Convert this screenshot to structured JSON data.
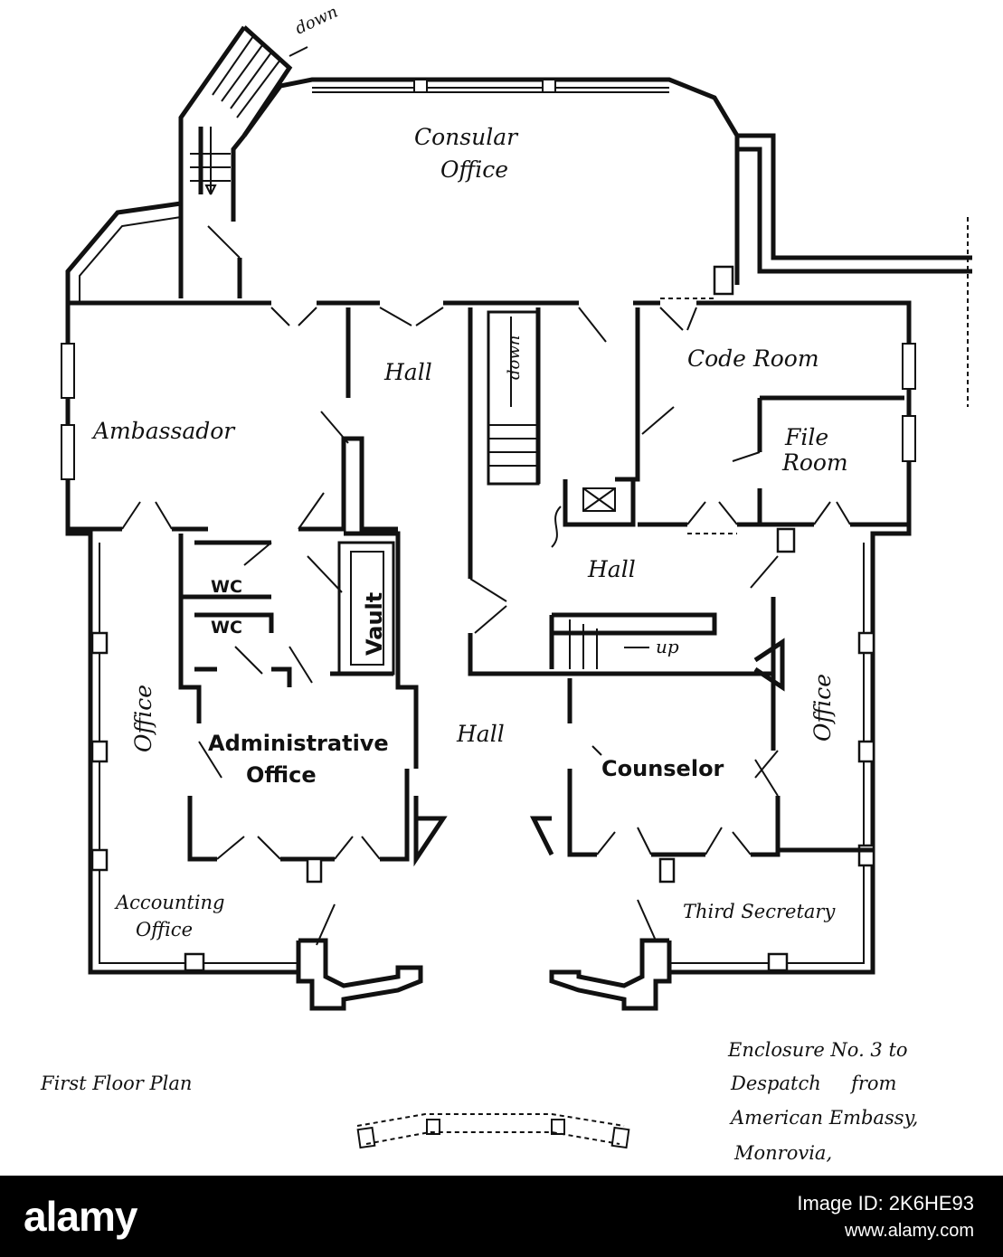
{
  "rooms": {
    "consular_1": "Consular",
    "consular_2": "Office",
    "hall_top": "Hall",
    "down_top": "down",
    "down_stair": "down",
    "code_room": "Code Room",
    "ambassador": "Ambassador",
    "file_1": "File",
    "file_2": "Room",
    "hall_mid": "Hall",
    "wc_1": "WC",
    "wc_2": "WC",
    "vault": "Vault",
    "up": "up",
    "office_left": "Office",
    "office_right": "Office",
    "hall_low": "Hall",
    "admin_1": "Administrative",
    "admin_2": "Office",
    "counselor": "Counselor",
    "accounting_1": "Accounting",
    "accounting_2": "Office",
    "third_secretary": "Third Secretary"
  },
  "captions": {
    "title": "First Floor Plan",
    "enclosure_1": "Enclosure No. 3 to",
    "enclosure_2": "Despatch     from",
    "enclosure_3": "American Embassy,",
    "enclosure_4": "Monrovia,"
  },
  "footer": {
    "logo": "alamy",
    "image_id": "Image ID: 2K6HE93",
    "site": "www.alamy.com"
  }
}
